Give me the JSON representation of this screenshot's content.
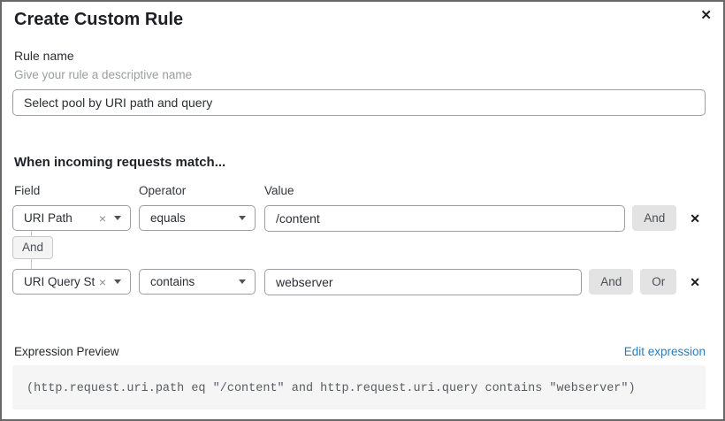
{
  "dialog": {
    "title": "Create Custom Rule"
  },
  "icons": {
    "close": "✕",
    "clear": "×",
    "remove_row": "✕"
  },
  "rule_name": {
    "label": "Rule name",
    "help_text": "Give your rule a descriptive name",
    "value": "Select pool by URI path and query"
  },
  "matcher": {
    "heading": "When incoming requests match...",
    "column_labels": {
      "field": "Field",
      "operator": "Operator",
      "value": "Value"
    },
    "connector_label": "And",
    "rows": [
      {
        "field": "URI Path",
        "operator": "equals",
        "value": "/content",
        "and_label": "And"
      },
      {
        "field": "URI Query St...",
        "operator": "contains",
        "value": "webserver",
        "and_label": "And",
        "or_label": "Or"
      }
    ]
  },
  "expression_preview": {
    "label": "Expression Preview",
    "edit_link": "Edit expression",
    "expression": "(http.request.uri.path eq \"/content\" and http.request.uri.query contains \"webserver\")"
  },
  "colors": {
    "link_blue": "#2c7bb8",
    "input_border": "#9a9da1",
    "button_gray": "#e3e3e4",
    "code_background": "#f5f5f6",
    "dialog_border": "#686868"
  }
}
